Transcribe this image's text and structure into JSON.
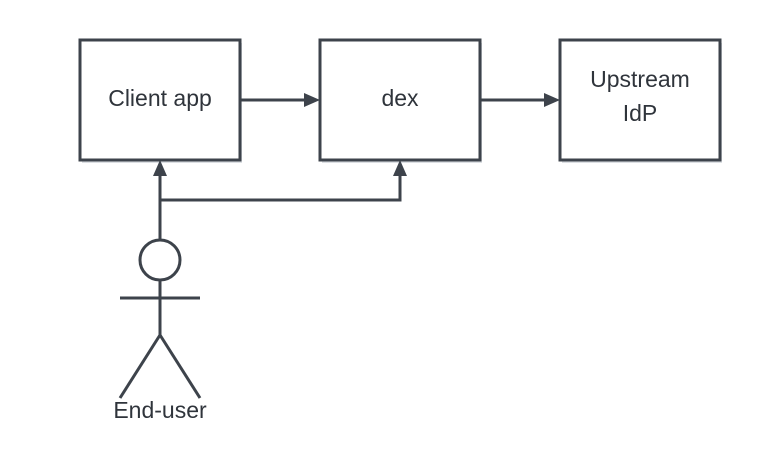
{
  "diagram": {
    "nodes": {
      "client_app": {
        "label": "Client app"
      },
      "dex": {
        "label": "dex"
      },
      "upstream_idp": {
        "label_line1": "Upstream",
        "label_line2": "IdP"
      }
    },
    "actor": {
      "label": "End-user"
    },
    "colors": {
      "stroke": "#3d434b",
      "text": "#2f343b",
      "fill": "#ffffff"
    }
  }
}
